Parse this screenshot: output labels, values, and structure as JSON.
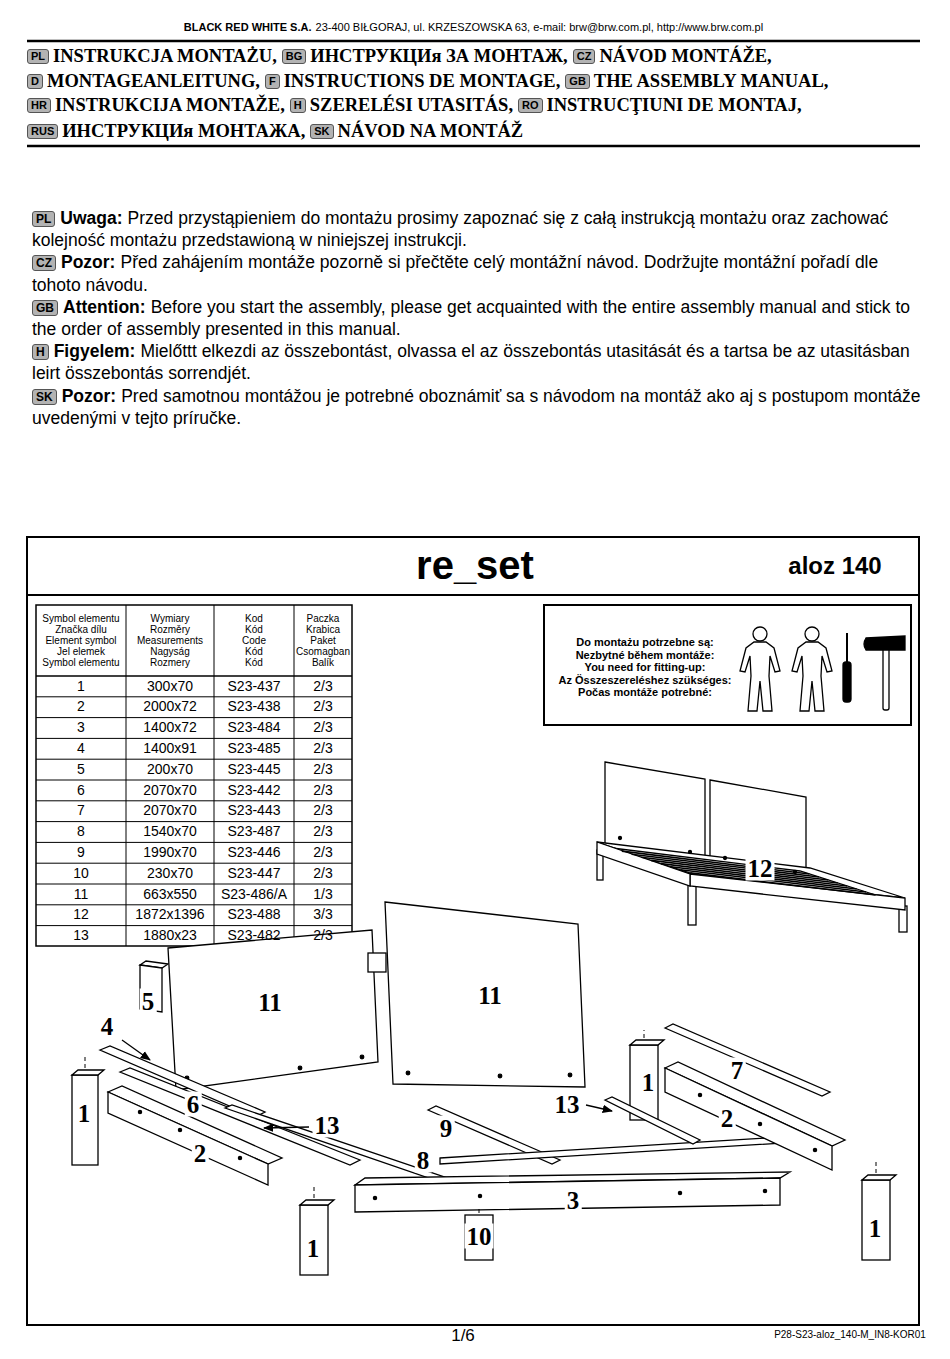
{
  "diagram": {
    "title": "re_set",
    "nodes": [
      {
        "text": [
          "Do montażu potrzebne są:",
          "Nezbytné během montáže:",
          "You need for fitting-up:",
          "Az Összeszereléshez szükséges:",
          "Počas montáže potrebné:"
        ]
      }
    ],
    "labels": [
      "BLACK RED WHITE S.A.",
      "23-400 BIŁGORAJ, ul. KRZESZOWSKA 63, e-mail: brw@brw.com.pl, http://www.brw.com.pl",
      "PL",
      "INSTRUKCJA MONTAŻU,",
      "BG",
      "ИНСТРУКЦИя ЗА МОНТАЖ,",
      "CZ",
      "NÁVOD MONTÁŽE,",
      "D",
      "MONTAGEANLEITUNG,",
      "F",
      "INSTRUCTIONS DE MONTAGE,",
      "GB",
      "THE ASSEMBLY MANUAL,",
      "HR",
      "INSTRUKCIJA MONTAŽE,",
      "H",
      "SZERELÉSI UTASITÁS,",
      "RO",
      "INSTRUCŢIUNI DE MONTAJ,",
      "RUS",
      "ИНСТРУКЦИя МОНТАЖА,",
      "SK",
      "NÁVOD NA MONTÁŽ",
      "PL",
      "Uwaga:",
      "Przed przystąpieniem do montażu prosimy zapoznać się z całą instrukcją montażu oraz zachować kolejność montażu przedstawioną w niniejszej instrukcji.",
      "CZ",
      "Pozor:",
      "Před zahájením montáže pozorně si přečtěte celý montážní návod. Dodržujte montážní pořadí dle tohoto návodu.",
      "GB",
      "Attention:",
      "Before you start the assembly, please get acquainted with the entire assembly manual and stick to the order of assembly presented in this manual.",
      "H",
      "Figyelem:",
      "Mielőttt elkezdi az összebontást, olvassa el az összebontás utasitását és a tartsa be az utasitásban leirt összebontás sorrendjét.",
      "SK",
      "Pozor:",
      "Pred samotnou montážou je potrebné oboznámiť sa s návodom na montáž ako aj s postupom montáže uvedenými v tejto príručke.",
      "aloz 140",
      "Symbol elementu",
      "Značka dílu",
      "Element symbol",
      "Jel elemek",
      "Symbol elementu",
      "Wymiary",
      "Rozměry",
      "Measurements",
      "Nagyság",
      "Rozmery",
      "Kod",
      "Kód",
      "Code",
      "Kód",
      "Kód",
      "Paczka",
      "Krabica",
      "Paket",
      "Csomagban",
      "Balík",
      "1",
      "300x70",
      "S23-437",
      "2/3",
      "2",
      "2000x72",
      "S23-438",
      "2/3",
      "3",
      "1400x72",
      "S23-484",
      "2/3",
      "4",
      "1400x91",
      "S23-485",
      "2/3",
      "5",
      "200x70",
      "S23-445",
      "2/3",
      "6",
      "2070x70",
      "S23-442",
      "2/3",
      "7",
      "2070x70",
      "S23-443",
      "2/3",
      "8",
      "1540x70",
      "S23-487",
      "2/3",
      "9",
      "1990x70",
      "S23-446",
      "2/3",
      "10",
      "230x70",
      "S23-447",
      "2/3",
      "11",
      "663x550",
      "S23-486/A",
      "1/3",
      "12",
      "1872x1396",
      "S23-488",
      "3/3",
      "13",
      "1880x23",
      "S23-482",
      "2/3",
      "12",
      "5",
      "11",
      "11",
      "4",
      "7",
      "1",
      "1",
      "6",
      "13",
      "2",
      "13",
      "9",
      "2",
      "8",
      "3",
      "1",
      "10",
      "1",
      "1/6",
      "P28-S23-aloz_140-M_IN8-KOR01"
    ]
  }
}
